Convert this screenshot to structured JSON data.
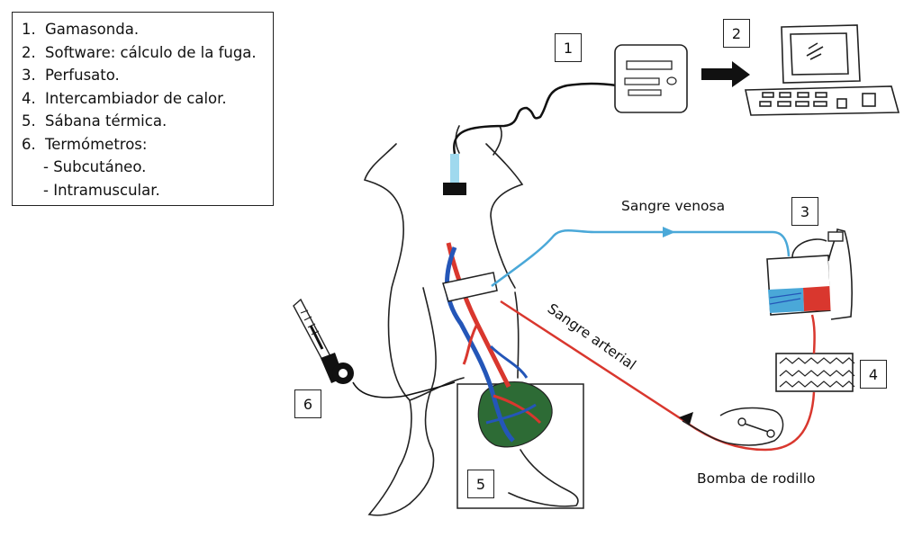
{
  "legend": {
    "items": [
      {
        "num": "1.",
        "text": "Gamasonda."
      },
      {
        "num": "2.",
        "text": "Software: cálculo de la fuga."
      },
      {
        "num": "3.",
        "text": "Perfusato."
      },
      {
        "num": "4.",
        "text": "Intercambiador de calor."
      },
      {
        "num": "5.",
        "text": "Sábana térmica."
      },
      {
        "num": "6.",
        "text": "Termómetros:"
      }
    ],
    "subitems": [
      "- Subcutáneo.",
      "- Intramuscular."
    ]
  },
  "labels": {
    "venous": "Sangre venosa",
    "arterial": "Sangre arterial",
    "pump": "Bomba de rodillo"
  },
  "boxes": [
    "1",
    "2",
    "3",
    "4",
    "5",
    "6"
  ],
  "colors": {
    "venous": "#4aa8d8",
    "arterial": "#d9372e",
    "vessel_blue": "#2456b8",
    "tissue_green": "#2d6b35",
    "ink": "#111111",
    "probe": "#9fd9ee"
  }
}
